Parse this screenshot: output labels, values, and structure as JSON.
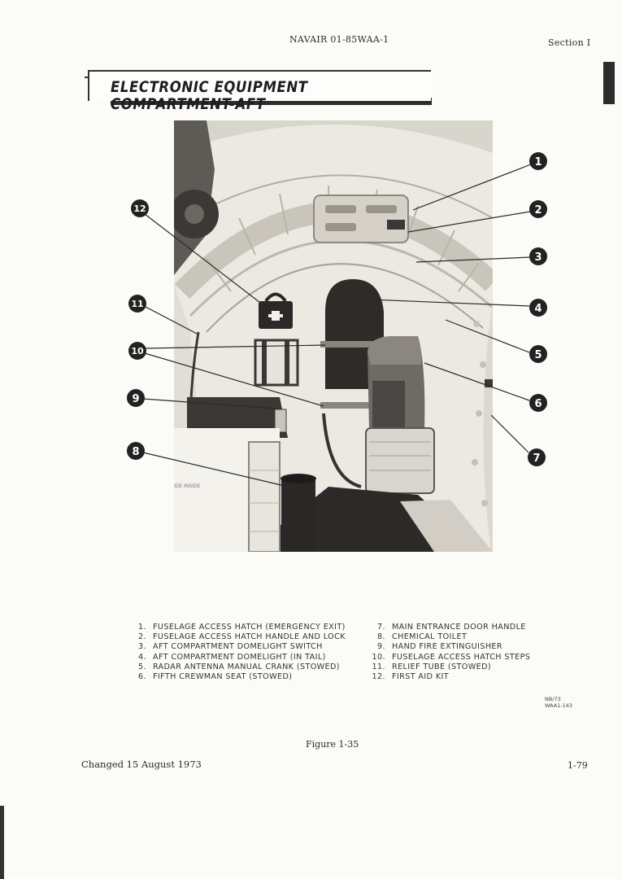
{
  "header": {
    "doc_number": "NAVAIR 01-85WAA-1",
    "section": "Section I"
  },
  "title": "ELECTRONIC EQUIPMENT COMPARTMENT-AFT",
  "figure": {
    "photo_stencil_text": "IDE INSIDE",
    "callout_numbers": [
      "1",
      "2",
      "3",
      "4",
      "5",
      "6",
      "7",
      "8",
      "9",
      "10",
      "11",
      "12"
    ],
    "legend_left": [
      {
        "num": "1.",
        "text": "FUSELAGE ACCESS HATCH (EMERGENCY EXIT)"
      },
      {
        "num": "2.",
        "text": "FUSELAGE ACCESS HATCH HANDLE AND LOCK"
      },
      {
        "num": "3.",
        "text": "AFT COMPARTMENT DOMELIGHT SWITCH"
      },
      {
        "num": "4.",
        "text": "AFT COMPARTMENT DOMELIGHT (IN TAIL)"
      },
      {
        "num": "5.",
        "text": "RADAR ANTENNA MANUAL CRANK (STOWED)"
      },
      {
        "num": "6.",
        "text": "FIFTH CREWMAN SEAT (STOWED)"
      }
    ],
    "legend_right": [
      {
        "num": "7.",
        "text": "MAIN ENTRANCE DOOR HANDLE"
      },
      {
        "num": "8.",
        "text": "CHEMICAL TOILET"
      },
      {
        "num": "9.",
        "text": "HAND FIRE EXTINGUISHER"
      },
      {
        "num": "10.",
        "text": "FUSELAGE ACCESS HATCH STEPS"
      },
      {
        "num": "11.",
        "text": "RELIEF TUBE (STOWED)"
      },
      {
        "num": "12.",
        "text": "FIRST AID KIT"
      }
    ],
    "codes": [
      "NB/73",
      "WAA1-143"
    ],
    "caption": "Figure 1-35"
  },
  "footer": {
    "change_date": "Changed 15 August 1973",
    "page_number": "1-79"
  }
}
